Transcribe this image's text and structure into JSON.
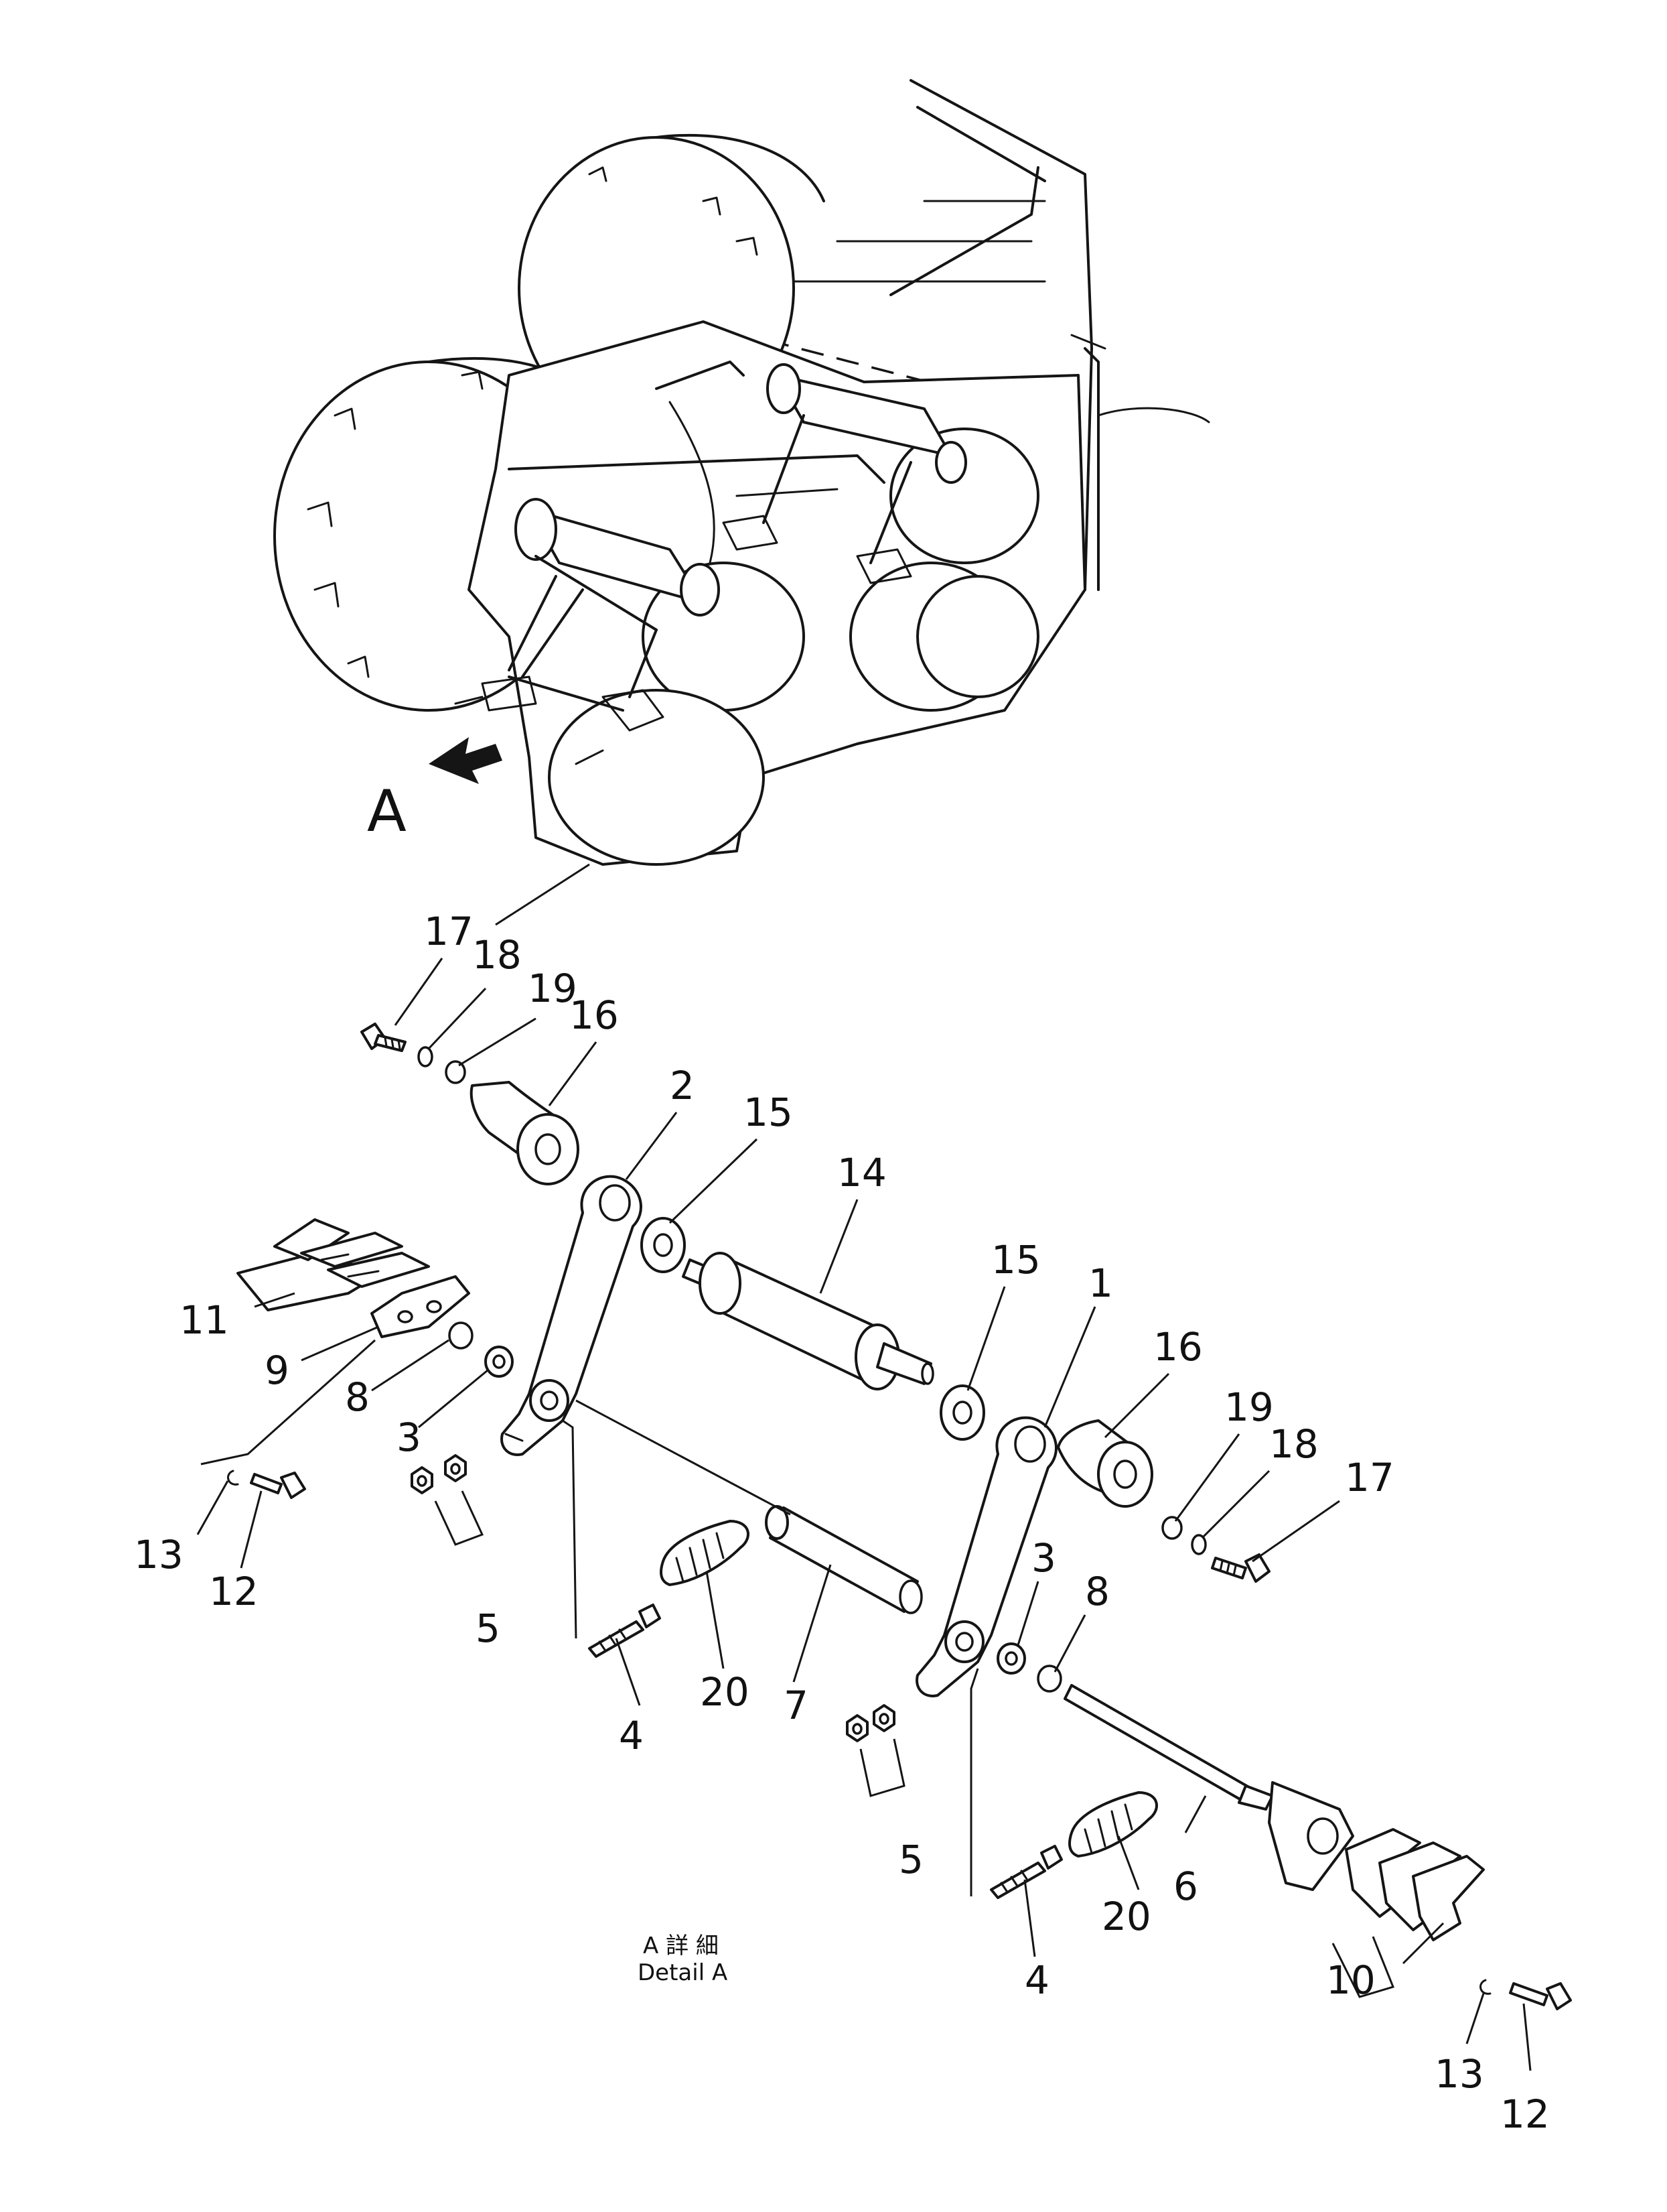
{
  "diagram": {
    "view_marker": "A",
    "caption": {
      "line1": "A  詳 細",
      "line2": "Detail  A"
    },
    "part_labels": [
      {
        "id": "p17a",
        "text": "17"
      },
      {
        "id": "p18a",
        "text": "18"
      },
      {
        "id": "p19a",
        "text": "19"
      },
      {
        "id": "p16a",
        "text": "16"
      },
      {
        "id": "p2",
        "text": "2"
      },
      {
        "id": "p15a",
        "text": "15"
      },
      {
        "id": "p14",
        "text": "14"
      },
      {
        "id": "p15b",
        "text": "15"
      },
      {
        "id": "p1",
        "text": "1"
      },
      {
        "id": "p16b",
        "text": "16"
      },
      {
        "id": "p19b",
        "text": "19"
      },
      {
        "id": "p18b",
        "text": "18"
      },
      {
        "id": "p17b",
        "text": "17"
      },
      {
        "id": "p11",
        "text": "11"
      },
      {
        "id": "p9",
        "text": "9"
      },
      {
        "id": "p8a",
        "text": "8"
      },
      {
        "id": "p3a",
        "text": "3"
      },
      {
        "id": "p13a",
        "text": "13"
      },
      {
        "id": "p12a",
        "text": "12"
      },
      {
        "id": "p5a",
        "text": "5"
      },
      {
        "id": "p4a",
        "text": "4"
      },
      {
        "id": "p20a",
        "text": "20"
      },
      {
        "id": "p7",
        "text": "7"
      },
      {
        "id": "p3b",
        "text": "3"
      },
      {
        "id": "p8b",
        "text": "8"
      },
      {
        "id": "p5b",
        "text": "5"
      },
      {
        "id": "p6",
        "text": "6"
      },
      {
        "id": "p20b",
        "text": "20"
      },
      {
        "id": "p4b",
        "text": "4"
      },
      {
        "id": "p10",
        "text": "10"
      },
      {
        "id": "p13b",
        "text": "13"
      },
      {
        "id": "p12b",
        "text": "12"
      }
    ]
  }
}
